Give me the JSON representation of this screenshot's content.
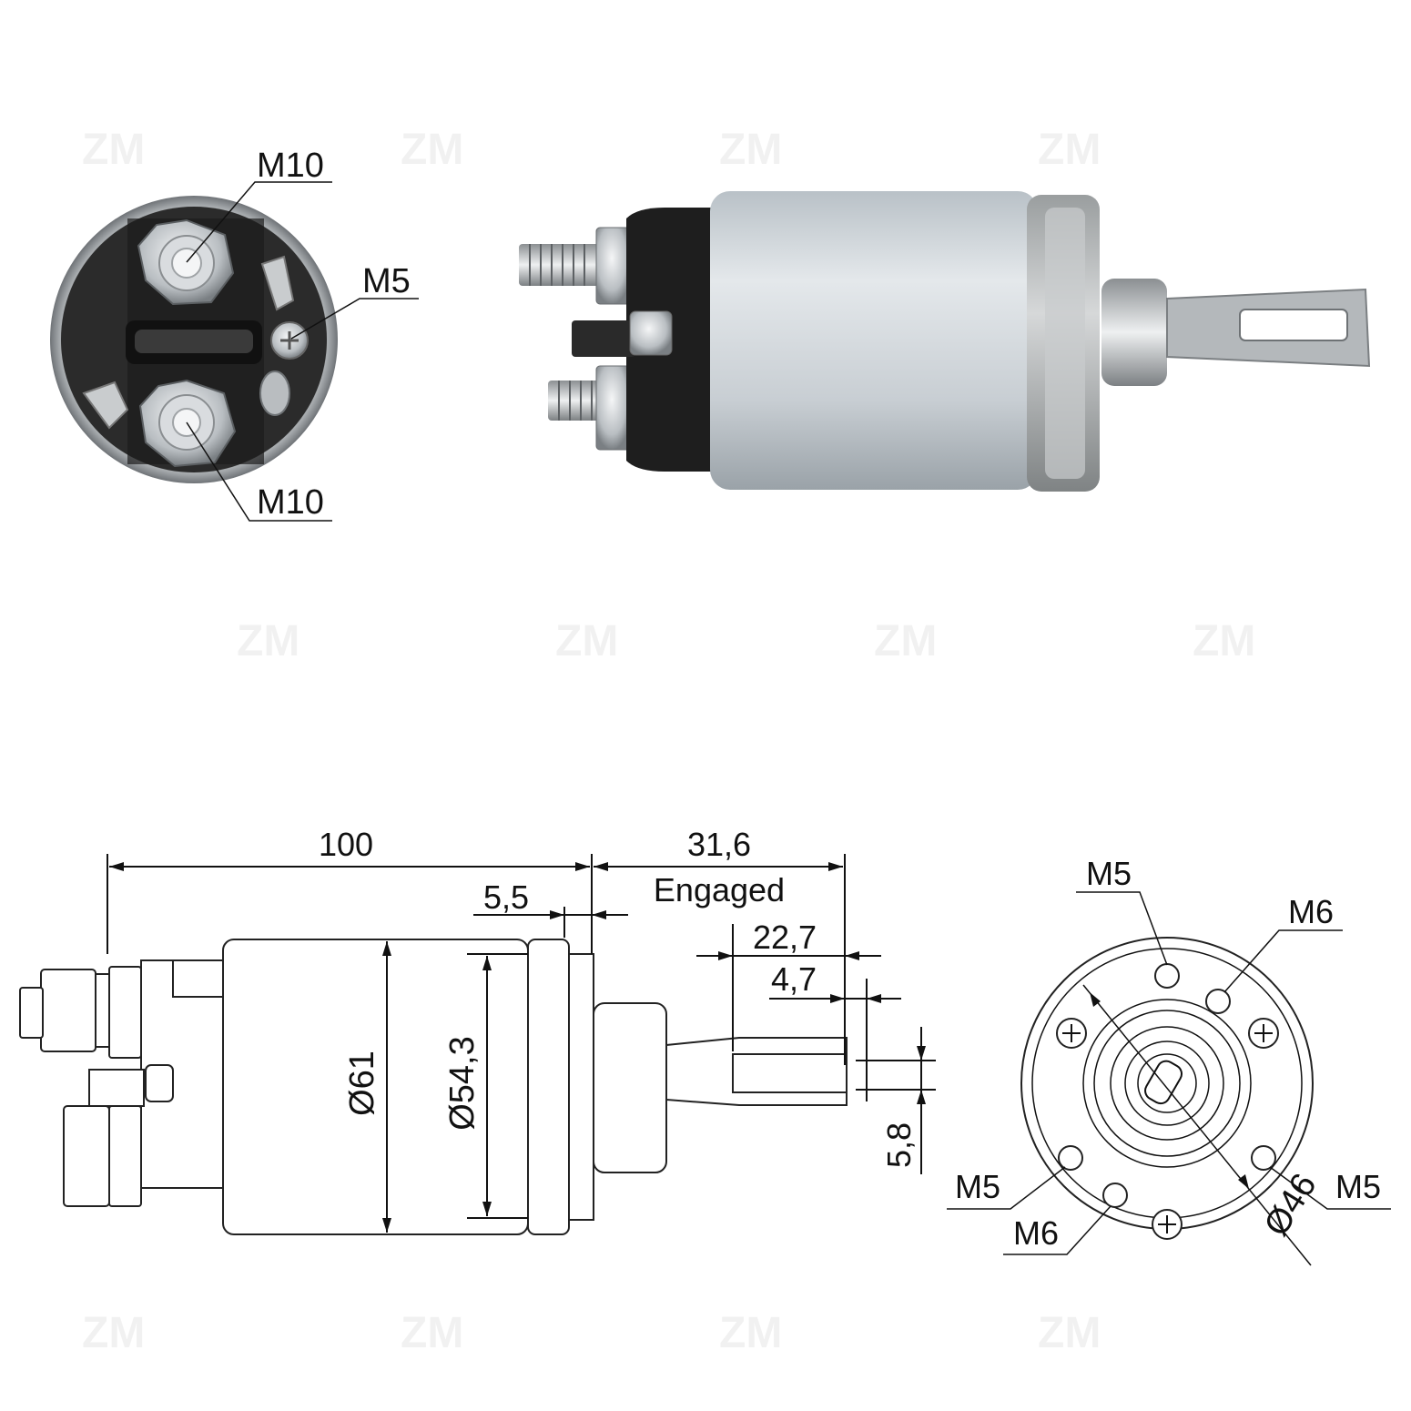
{
  "watermark": {
    "text": "ZM"
  },
  "photo_end": {
    "labels": [
      "M10",
      "M5",
      "M10"
    ]
  },
  "drawing_side": {
    "dims": {
      "length": "100",
      "flange": "5,5",
      "stroke": "31,6",
      "stroke_note": "Engaged",
      "pin": "22,7",
      "slot_offset": "4,7",
      "slot_width": "5,8",
      "dia_body": "Ø61",
      "dia_flange": "Ø54,3"
    }
  },
  "drawing_end": {
    "labels": {
      "top": "M5",
      "top_right": "M6",
      "bottom_left": "M5",
      "bottom_mid": "M6",
      "bottom_right": "M5",
      "diameter": "Ø46"
    }
  }
}
